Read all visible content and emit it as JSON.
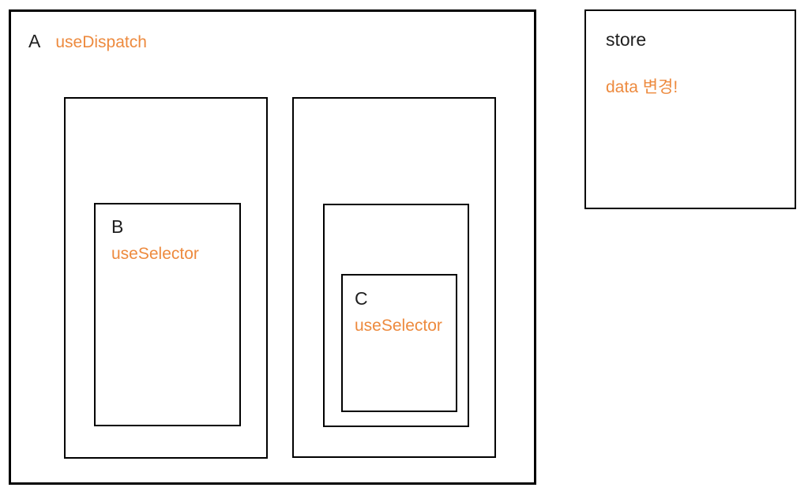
{
  "colors": {
    "accent_orange": "#ED8A3E",
    "text_black": "#1F1F1F",
    "line_black": "#000000",
    "background": "#FFFFFF"
  },
  "components": {
    "a": {
      "label": "A",
      "hook": "useDispatch"
    },
    "b": {
      "label": "B",
      "hook": "useSelector"
    },
    "c": {
      "label": "C",
      "hook": "useSelector"
    }
  },
  "store": {
    "title": "store",
    "note": "data 변경!"
  }
}
